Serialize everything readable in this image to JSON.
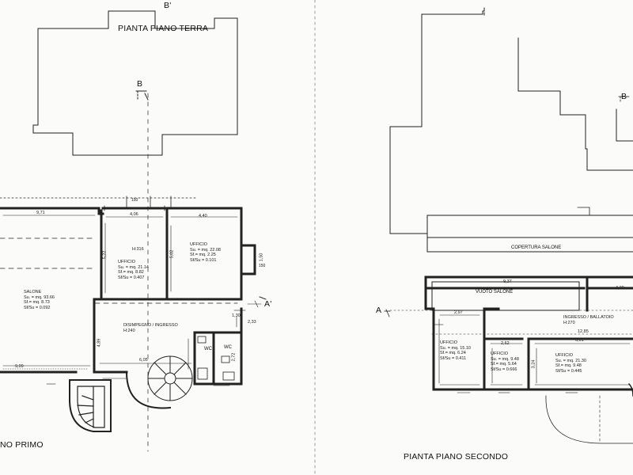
{
  "section_marks": {
    "b_prime_top": "B'",
    "b_left": "B",
    "b_right": "B",
    "a": "A",
    "a_prime": "A'"
  },
  "titles": {
    "piano_terra": "PIANTA PIANO TERRA",
    "piano_primo": "NO PRIMO",
    "piano_secondo": "PIANTA PIANO SECONDO"
  },
  "floor1": {
    "rooms": {
      "salone": {
        "name": "SALONE",
        "su": "Su. = mq. 93.66",
        "sf": "Sf.= mq. 8.73",
        "ratio": "Sf/Su = 0.092"
      },
      "ufficio_a": {
        "name": "UFFICIO",
        "h": "H:316",
        "su": "Su. = mq. 21.14",
        "sf": "Sf.= mq. 8.82",
        "ratio": "Sf/Su = 0.407"
      },
      "ufficio_b": {
        "name": "UFFICIO",
        "su": "Su. = mq. 22.08",
        "sf": "Sf.= mq. 2.25",
        "ratio": "Sf/Su = 0.101"
      },
      "disimpegno": {
        "name": "DISIMPEGNO / INGRESSO",
        "h": "H:240"
      },
      "wc1": "WC",
      "wc2": "WC"
    },
    "dims": {
      "d971": "9,71",
      "d406": "4,06",
      "d440": "4,40",
      "d522": "5,22",
      "d502": "5,02",
      "d909": "9,09",
      "d605": "6,05",
      "d489": "4,89",
      "d272": "2,72",
      "d150": "1,50",
      "d130": "1,30",
      "d233": "2,33",
      "d150b": "150",
      "d100": "150"
    }
  },
  "floor2": {
    "rooms": {
      "copertura": "COPERTURA SALONE",
      "vuoto": "VUOTO SALONE",
      "ingresso": {
        "name": "INGRESSO / BALLATOIO",
        "h": "H:270"
      },
      "ufficio_a": {
        "name": "UFFICIO",
        "su": "Su. = mq. 15.10",
        "sf": "Sf.= mq. 6.24",
        "ratio": "Sf/Su = 0.411"
      },
      "ufficio_b": {
        "name": "UFFICIO",
        "su": "Su. = mq. 9.48",
        "sf": "Sf.= mq. 5.64",
        "ratio": "Sf/Su = 0.666"
      },
      "ufficio_c": {
        "name": "UFFICIO",
        "su": "Su. = mq. 21.30",
        "sf": "Sf.= mq. 9.48",
        "ratio": "Sf/Su = 0.445"
      }
    },
    "dims": {
      "d937": "9,37",
      "d430": "4,30",
      "d1285": "12,85",
      "d297": "2,97",
      "d262": "2,62",
      "d601": "6,01",
      "d324": "3,24"
    }
  }
}
